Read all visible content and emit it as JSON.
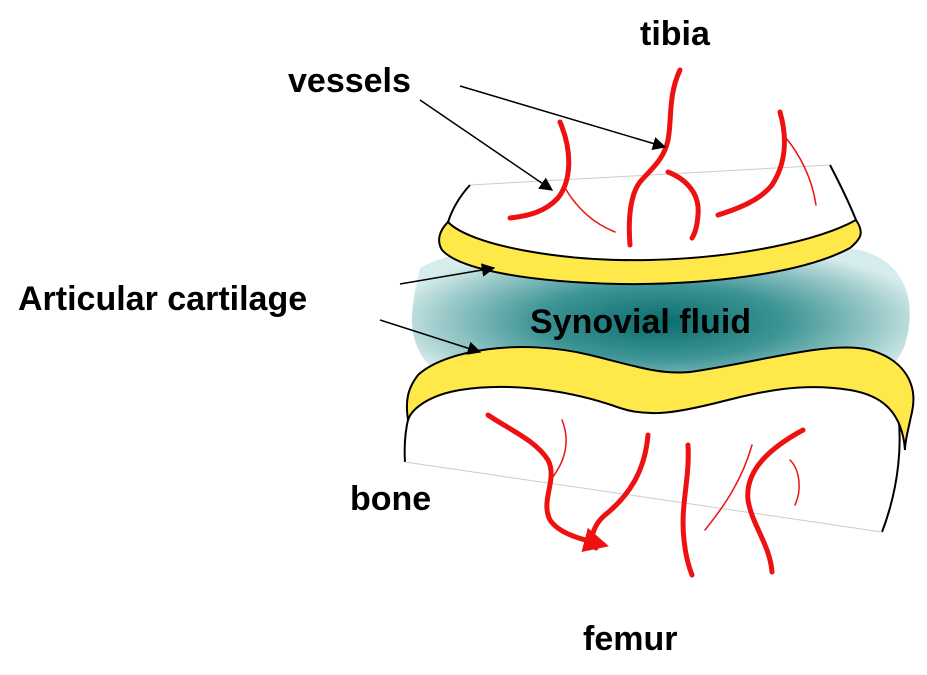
{
  "labels": {
    "tibia": "tibia",
    "vessels": "vessels",
    "articular_cartilage": "Articular cartilage",
    "synovial_fluid": "Synovial fluid",
    "bone": "bone",
    "femur": "femur"
  },
  "colors": {
    "vessel": "#ee1111",
    "cartilage": "#ffe84a",
    "fluid_center": "#0c6e6e",
    "fluid_edge": "#cfe6e6",
    "outline": "#000000",
    "bone_fill": "#ffffff"
  }
}
